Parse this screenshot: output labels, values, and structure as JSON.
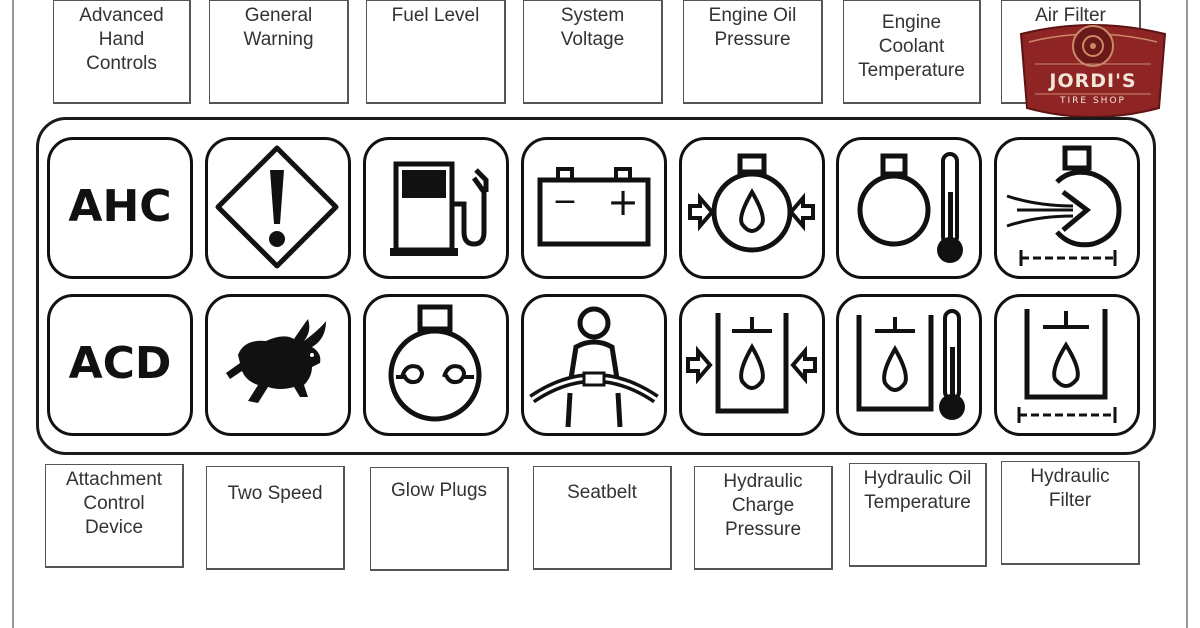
{
  "top_labels": [
    {
      "lines": [
        "Advanced",
        "Hand",
        "Controls"
      ]
    },
    {
      "lines": [
        "General",
        "Warning"
      ]
    },
    {
      "lines": [
        "Fuel Level"
      ]
    },
    {
      "lines": [
        "System",
        "Voltage"
      ]
    },
    {
      "lines": [
        "Engine Oil",
        "Pressure"
      ]
    },
    {
      "lines": [
        "Engine",
        "Coolant",
        "Temperature"
      ]
    },
    {
      "lines": [
        "Air Filter"
      ]
    }
  ],
  "bottom_labels": [
    {
      "lines": [
        "Attachment",
        "Control",
        "Device"
      ]
    },
    {
      "lines": [
        "Two Speed"
      ]
    },
    {
      "lines": [
        "Glow Plugs"
      ]
    },
    {
      "lines": [
        "Seatbelt"
      ]
    },
    {
      "lines": [
        "Hydraulic",
        "Charge",
        "Pressure"
      ]
    },
    {
      "lines": [
        "Hydraulic Oil",
        "Temperature"
      ]
    },
    {
      "lines": [
        "Hydraulic",
        "Filter"
      ]
    }
  ],
  "icons": {
    "ahc_text": "AHC",
    "acd_text": "ACD",
    "battery_minus": "−",
    "battery_plus": "+"
  },
  "logo": {
    "name": "JORDI'S",
    "tagline": "TIRE SHOP",
    "color": "#8e2424"
  },
  "colors": {
    "ink": "#111111",
    "frame": "#9a9a9a"
  }
}
